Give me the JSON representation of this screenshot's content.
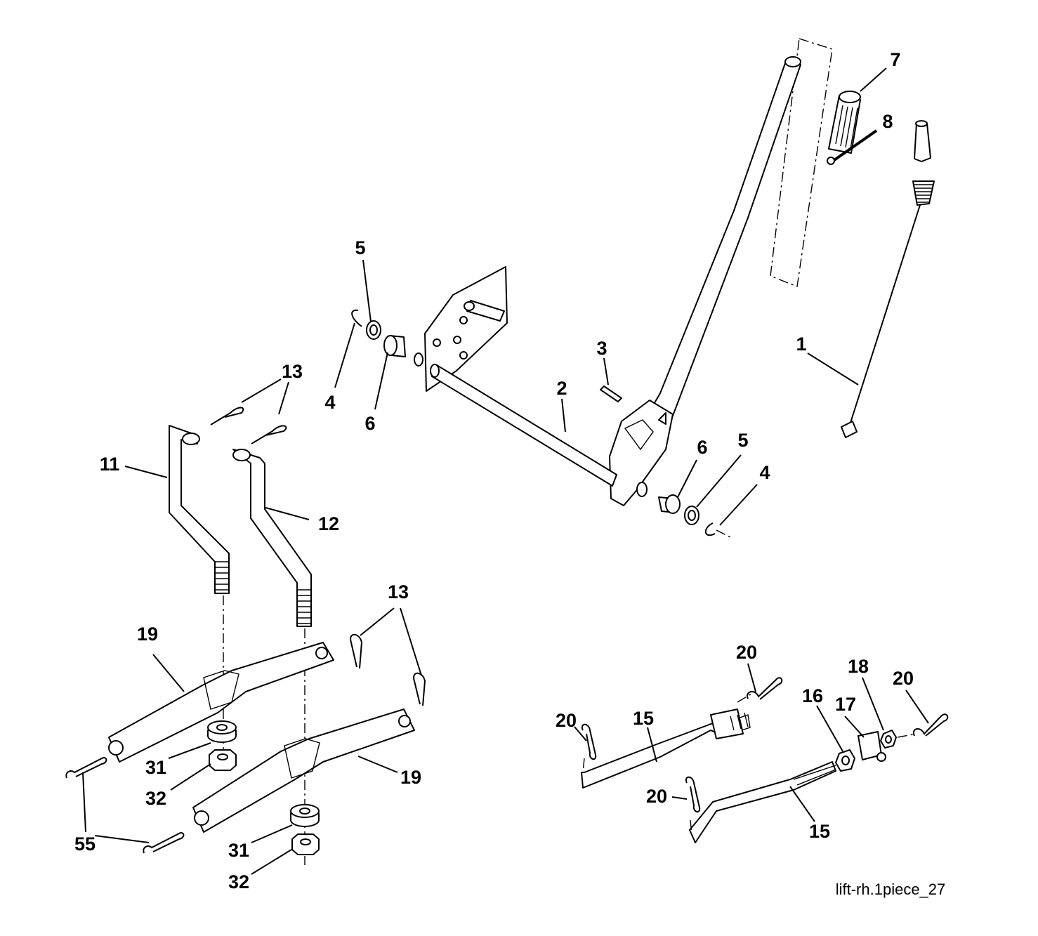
{
  "diagram": {
    "caption": "lift-rh.1piece_27",
    "callouts": [
      {
        "id": "c-7",
        "text": "7"
      },
      {
        "id": "c-8",
        "text": "8"
      },
      {
        "id": "c-1",
        "text": "1"
      },
      {
        "id": "c-5a",
        "text": "5"
      },
      {
        "id": "c-4a",
        "text": "4"
      },
      {
        "id": "c-6a",
        "text": "6"
      },
      {
        "id": "c-3",
        "text": "3"
      },
      {
        "id": "c-2",
        "text": "2"
      },
      {
        "id": "c-6b",
        "text": "6"
      },
      {
        "id": "c-5b",
        "text": "5"
      },
      {
        "id": "c-4b",
        "text": "4"
      },
      {
        "id": "c-13a",
        "text": "13"
      },
      {
        "id": "c-11",
        "text": "11"
      },
      {
        "id": "c-12",
        "text": "12"
      },
      {
        "id": "c-13b",
        "text": "13"
      },
      {
        "id": "c-19a",
        "text": "19"
      },
      {
        "id": "c-19b",
        "text": "19"
      },
      {
        "id": "c-31a",
        "text": "31"
      },
      {
        "id": "c-32a",
        "text": "32"
      },
      {
        "id": "c-31b",
        "text": "31"
      },
      {
        "id": "c-32b",
        "text": "32"
      },
      {
        "id": "c-55",
        "text": "55"
      },
      {
        "id": "c-20a",
        "text": "20"
      },
      {
        "id": "c-20b",
        "text": "20"
      },
      {
        "id": "c-20c",
        "text": "20"
      },
      {
        "id": "c-20d",
        "text": "20"
      },
      {
        "id": "c-15a",
        "text": "15"
      },
      {
        "id": "c-15b",
        "text": "15"
      },
      {
        "id": "c-16",
        "text": "16"
      },
      {
        "id": "c-17",
        "text": "17"
      },
      {
        "id": "c-18",
        "text": "18"
      }
    ]
  }
}
